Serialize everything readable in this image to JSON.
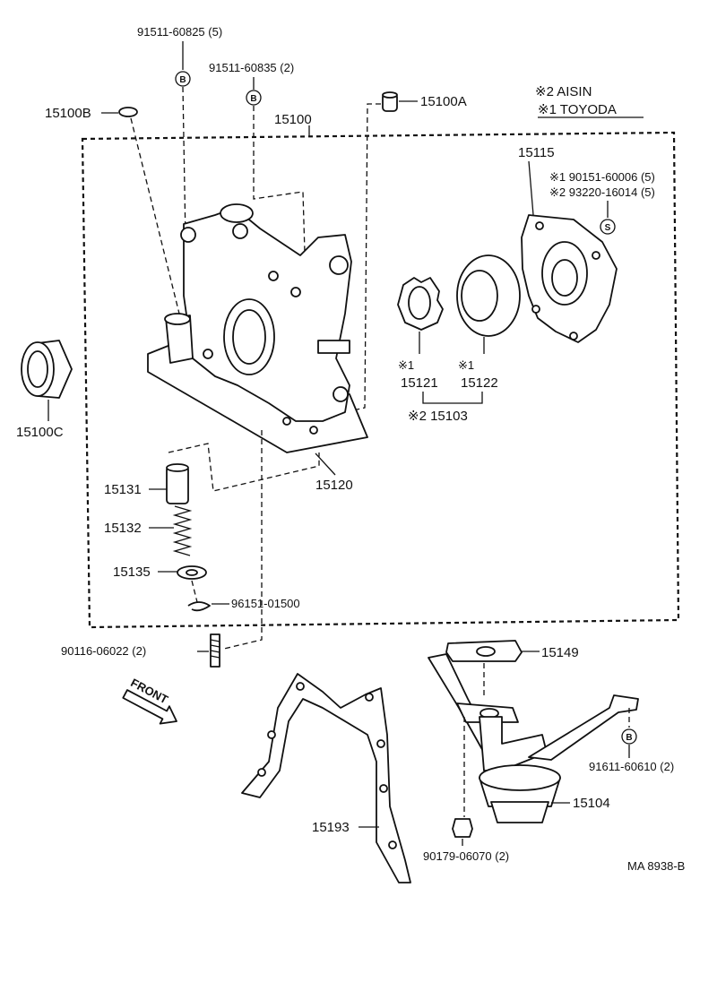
{
  "legend": {
    "line1": "※2 AISIN",
    "line2": "※1 TOYODA"
  },
  "labels": {
    "p91511_60825": "91511-60825 (5)",
    "p91511_60835": "91511-60835 (2)",
    "p15100A": "15100A",
    "p15100B": "15100B",
    "p15100": "15100",
    "p15115": "15115",
    "p90151": "※1 90151-60006 (5)",
    "p93220": "※2 93220-16014 (5)",
    "p15100C": "15100C",
    "p15121_mark": "※1",
    "p15121": "15121",
    "p15122_mark": "※1",
    "p15122": "15122",
    "p15103": "※2 15103",
    "p15120": "15120",
    "p15131": "15131",
    "p15132": "15132",
    "p15135": "15135",
    "p96151": "96151-01500",
    "p90116": "90116-06022 (2)",
    "p15149": "15149",
    "front": "FRONT",
    "p91611": "91611-60610 (2)",
    "p15104": "15104",
    "p15193": "15193",
    "p90179": "90179-06070 (2)",
    "diagram_id": "MA 8938-B"
  },
  "badges": {
    "b": "B",
    "s": "S"
  }
}
